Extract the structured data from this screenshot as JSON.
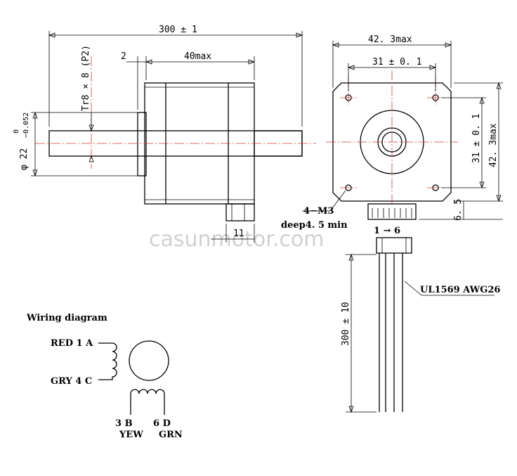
{
  "dimensions": {
    "total_length": "300 ± 1",
    "flange_offset": "2",
    "body_length": "40max",
    "screw_spec": "Tr8 × 8 (P2)",
    "shaft_diameter": "φ 22",
    "shaft_tol_upper": "0",
    "shaft_tol_lower": "−0.052",
    "connector_width": "11",
    "face_width": "42. 3max",
    "hole_spacing_h": "31 ± 0. 1",
    "hole_spacing_v": "31 ± 0. 1",
    "face_height": "42. 3max",
    "connector_offset": "6. 5",
    "mount_holes": "4−M3",
    "hole_depth": "deep4. 5 min",
    "pin_range": "1 → 6",
    "cable_spec": "UL1569  AWG26",
    "cable_length": "300 ± 10"
  },
  "wiring": {
    "title": "Wiring diagram",
    "red": "RED 1 A",
    "gry": "GRY 4 C",
    "b_pin": "3 B",
    "d_pin": "6 D",
    "yew": "YEW",
    "grn": "GRN"
  },
  "watermark": "casunmotor.com"
}
